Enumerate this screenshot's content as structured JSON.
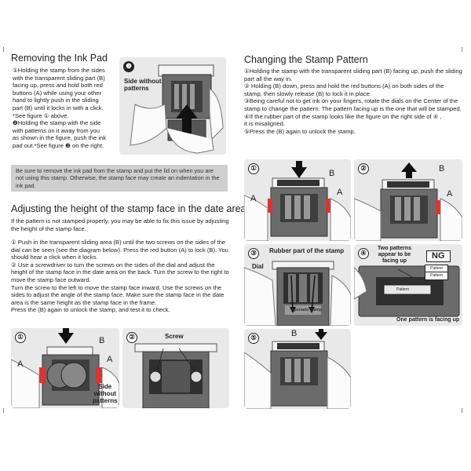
{
  "left": {
    "removing": {
      "title": "Removing the Ink Pad",
      "steps": "①Holding the stamp from the sides\nwith the transparent sliding part (B)\n facing up, press and hold both red\nbuttons (A) while using your other\nhand to lightly push in the sliding\npart (B) until it locks in with a click.\n*See figure ① above.\n❷Holding the stamp with the side\nwith patterns on it away from you\nas shown in the figure, push the ink\npad out.*See figure ❷ on the right.",
      "figure": {
        "badge": "❷",
        "label": "Side without\npatterns"
      },
      "note": "Be sure to remove the ink pad from the stamp and put the lid on when you are not using this stamp. Otherwise, the stamp face may create an indentation in the ink pad."
    },
    "adjusting": {
      "title": "Adjusting the height of the stamp face in the date area",
      "intro": "If the pattern is not stamped properly, you may be able to fix this issue by adjusting the height of the stamp face.",
      "steps": "① Push in the transparent sliding area (B) until the two screws on the sides of the dial can be seen (see the diagram below). Press the red button (A) to lock (B). You should hear a click when it locks.\n② Use a screwdriver to turn the screws on the sides of the dial and adjust the height of the stamp face in the date area on the back. Turn the screw to the right to move the stamp face outward.\nTurn the screw to the left to move the stamp face inward. Use the screws on the sides to adjust the angle of the stamp face. Make sure the stamp face in the date area is the same height as the stamp face in the frame.\nPress the (B) again to unlock the stamp, and test it to check.",
      "fig1": {
        "badge": "①",
        "label_a1": "A",
        "label_a2": "A",
        "label_b": "B",
        "label_side": "Side\nwithout\npatterns"
      },
      "fig2": {
        "badge": "②",
        "label_screw": "Screw"
      }
    }
  },
  "right": {
    "title": "Changing the Stamp Pattern",
    "steps": "①Holding the stamp with the transparent sliding part (B) facing up, push the sliding part all the way in.\n② Holding (B) down, press and hold the red buttons (A) on both sides of the stamp, then slowly release (B) to lock it in place.\n③Being careful not to get ink on your fingers, rotate the dials on the Center of the stamp to change the pattern. The pattern facing up is the one that will be stamped.\n④If the rubber part of the stamp looks like the figure on the right side of ④ ,\n it is misaligned.\n⑤Press the (B) again to unlock the stamp.",
    "fig1": {
      "badge": "①",
      "label_a1": "A",
      "label_a2": "A",
      "label_b": "B"
    },
    "fig2": {
      "badge": "②",
      "label_a": "A",
      "label_b": "B"
    },
    "fig3": {
      "badge": "③",
      "label_rubber": "Rubber part of the stamp",
      "label_dial": "Dial",
      "label_stamp": "Aportado Stamp"
    },
    "fig4": {
      "badge": "④",
      "label_two": "Two patterns\nappear to be\nfacing up",
      "ng": "NG",
      "label_one": "One pattern is facing up",
      "pattern1": "Pattern",
      "pattern2": "Pattern",
      "pattern3": "Pattern"
    },
    "fig5": {
      "badge": "⑤",
      "label_b": "B"
    }
  },
  "colors": {
    "figure_bg": "#e9e9e9",
    "note_bg": "#cfcfcf",
    "stamp_body": "#555555",
    "dark": "#222222"
  }
}
